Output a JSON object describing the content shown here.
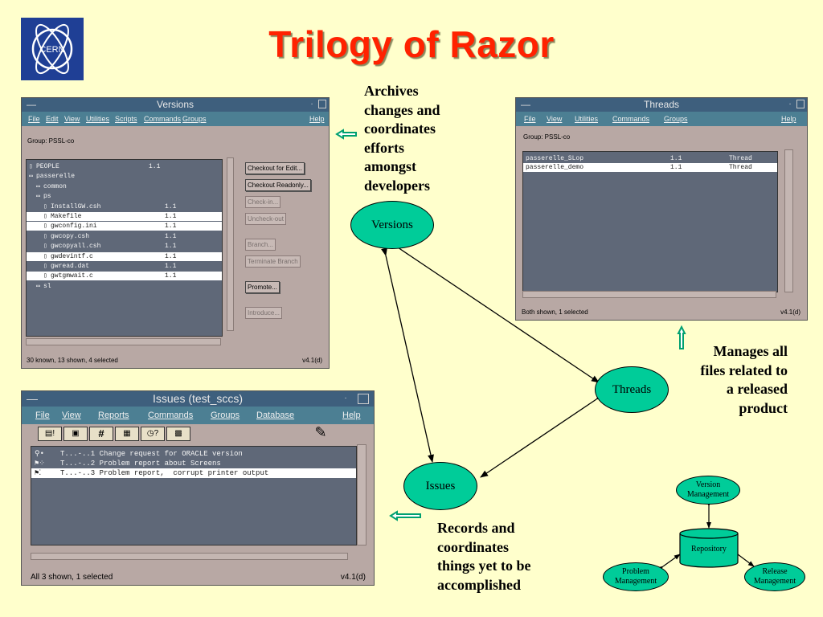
{
  "title": "Trilogy of Razor",
  "logo": {
    "text": "CERN",
    "icon": "cern-logo-icon"
  },
  "colors": {
    "title": "#ff2200",
    "node": "#00cc99",
    "arrow": "#00a070",
    "window_bg": "#b8a8a4",
    "list_bg": "#5f6878"
  },
  "captions": {
    "versions": [
      "Archives",
      "changes and",
      "coordinates",
      "efforts",
      "amongst",
      "developers"
    ],
    "threads": [
      "Manages all",
      "files related to",
      "a released",
      "product"
    ],
    "issues": [
      "Records and",
      "coordinates",
      "things yet to be",
      "accomplished"
    ]
  },
  "nodes": {
    "versions": "Versions",
    "threads": "Threads",
    "issues": "Issues"
  },
  "mini_diagram": {
    "repository": "Repository",
    "version_management": [
      "Version",
      "Management"
    ],
    "problem_management": [
      "Problem",
      "Management"
    ],
    "release_management": [
      "Release",
      "Management"
    ]
  },
  "versions_window": {
    "title": "Versions",
    "menu": [
      "File",
      "Edit",
      "View",
      "Utilities",
      "Scripts",
      "Commands",
      "Groups",
      "Help"
    ],
    "group_label": "Group:  PSSL-co",
    "rows": [
      {
        "name": "PEOPLE",
        "ver": "1.1",
        "selected": false,
        "indent": 0
      },
      {
        "name": "passerelle",
        "ver": "",
        "selected": false,
        "indent": 0
      },
      {
        "name": "common",
        "ver": "",
        "selected": false,
        "indent": 1
      },
      {
        "name": "ps",
        "ver": "",
        "selected": false,
        "indent": 1
      },
      {
        "name": "InstallGW.csh",
        "ver": "1.1",
        "selected": false,
        "indent": 2
      },
      {
        "name": "Makefile",
        "ver": "1.1",
        "selected": true,
        "indent": 2
      },
      {
        "name": "gwconfig.ini",
        "ver": "1.1",
        "selected": true,
        "indent": 2
      },
      {
        "name": "gwcopy.csh",
        "ver": "1.1",
        "selected": false,
        "indent": 2
      },
      {
        "name": "gwcopyall.csh",
        "ver": "1.1",
        "selected": false,
        "indent": 2
      },
      {
        "name": "gwdevintf.c",
        "ver": "1.1",
        "selected": true,
        "indent": 2
      },
      {
        "name": "gwread.dat",
        "ver": "1.1",
        "selected": false,
        "indent": 2
      },
      {
        "name": "gwtgmwait.c",
        "ver": "1.1",
        "selected": true,
        "indent": 2
      },
      {
        "name": "sl",
        "ver": "",
        "selected": false,
        "indent": 1
      }
    ],
    "buttons": [
      {
        "label": "Checkout for Edit...",
        "enabled": true
      },
      {
        "label": "Checkout Readonly...",
        "enabled": true
      },
      {
        "label": "Check-in...",
        "enabled": false
      },
      {
        "label": "Uncheck-out",
        "enabled": false
      },
      {
        "label": "Branch...",
        "enabled": false
      },
      {
        "label": "Terminate Branch",
        "enabled": false
      },
      {
        "label": "Promote...",
        "enabled": true
      },
      {
        "label": "Introduce...",
        "enabled": false
      }
    ],
    "status": "30 known, 13 shown, 4 selected",
    "version": "v4.1(d)"
  },
  "threads_window": {
    "title": "Threads",
    "menu": [
      "File",
      "View",
      "Utilities",
      "Commands",
      "Groups",
      "Help"
    ],
    "group_label": "Group:  PSSL-co",
    "rows": [
      {
        "name": "passerelle_SLop",
        "ver": "1.1",
        "type": "Thread",
        "selected": false
      },
      {
        "name": "passerelle_demo",
        "ver": "1.1",
        "type": "Thread",
        "selected": true
      }
    ],
    "status": "Both shown, 1 selected",
    "version": "v4.1(d)"
  },
  "issues_window": {
    "title": "Issues (test_sccs)",
    "menu": [
      "File",
      "View",
      "Reports",
      "Commands",
      "Groups",
      "Database",
      "Help"
    ],
    "toolbar_icons": [
      "report-icon",
      "folder-icon",
      "hash-icon",
      "table-icon",
      "query-icon",
      "film-icon"
    ],
    "rows": [
      {
        "text": "T...-..1 Change request for ORACLE version",
        "selected": false
      },
      {
        "text": "T...-..2 Problem report about Screens",
        "selected": false
      },
      {
        "text": "T...-..3 Problem report,  corrupt printer output",
        "selected": true
      }
    ],
    "status": "All 3 shown, 1 selected",
    "version": "v4.1(d)"
  }
}
